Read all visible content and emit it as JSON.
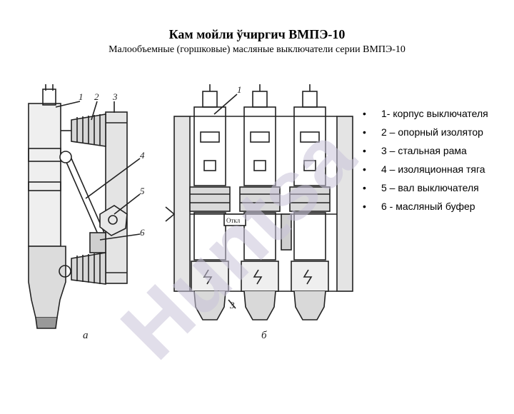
{
  "title": "Кам мойли ўчиргич ВМПЭ-10",
  "subtitle": "Малообъемные (горшковые) масляные выключатели серии ВМПЭ-10",
  "legend_items": [
    {
      "label": "1- корпус выключателя"
    },
    {
      "label": "2 – опорный изолятор"
    },
    {
      "label": "3 – стальная рама"
    },
    {
      "label": "4 – изоляционная тяга"
    },
    {
      "label": "5 – вал выключателя"
    },
    {
      "label": "6 - масляный буфер"
    }
  ],
  "drawing_a": {
    "caption": "а",
    "callouts": [
      "1",
      "2",
      "3",
      "4",
      "5",
      "6"
    ]
  },
  "drawing_b": {
    "caption": "б",
    "callouts": [
      "1",
      "3"
    ],
    "plate_label": "Откл"
  },
  "watermark": {
    "text": "Huntsa",
    "color": "#c9c2d9"
  }
}
